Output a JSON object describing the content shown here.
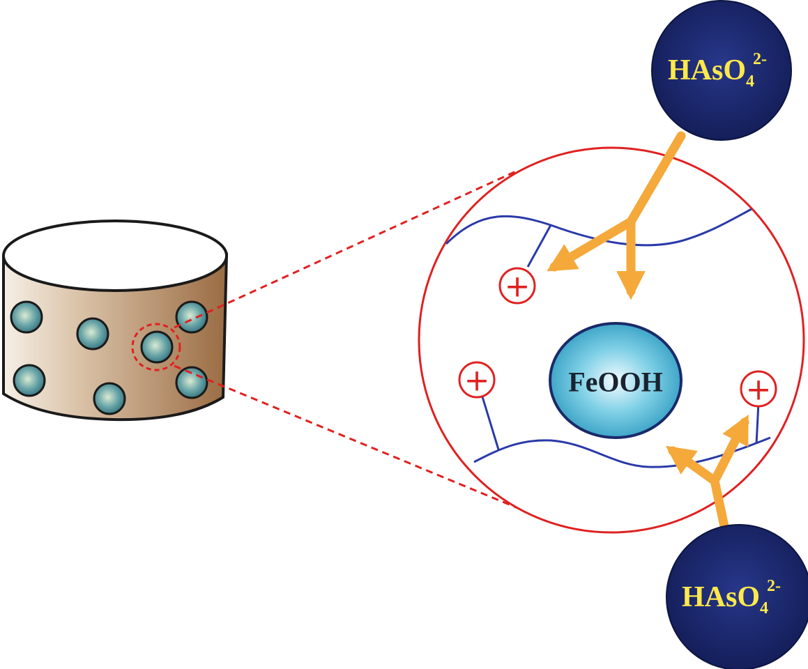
{
  "core": {
    "label": "FeOOH"
  },
  "anions": [
    {
      "base": "HAsO",
      "subscript": "4",
      "superscript": "2-"
    },
    {
      "base": "HAsO",
      "subscript": "4",
      "superscript": "2-"
    }
  ],
  "colors": {
    "anion_fill": "#1c2a6e",
    "anion_text": "#ffe94a",
    "arrow": "#f4a93a",
    "circle_outline": "#e02020",
    "polymer_chain": "#2a3aa8",
    "core_fill": "#3aa9cc",
    "core_text": "#1a2330",
    "cylinder_body": "#a67a52",
    "cylinder_highlight": "#f6efe6",
    "bead_fill": "#5c9ea3"
  },
  "charge_symbol": "+"
}
